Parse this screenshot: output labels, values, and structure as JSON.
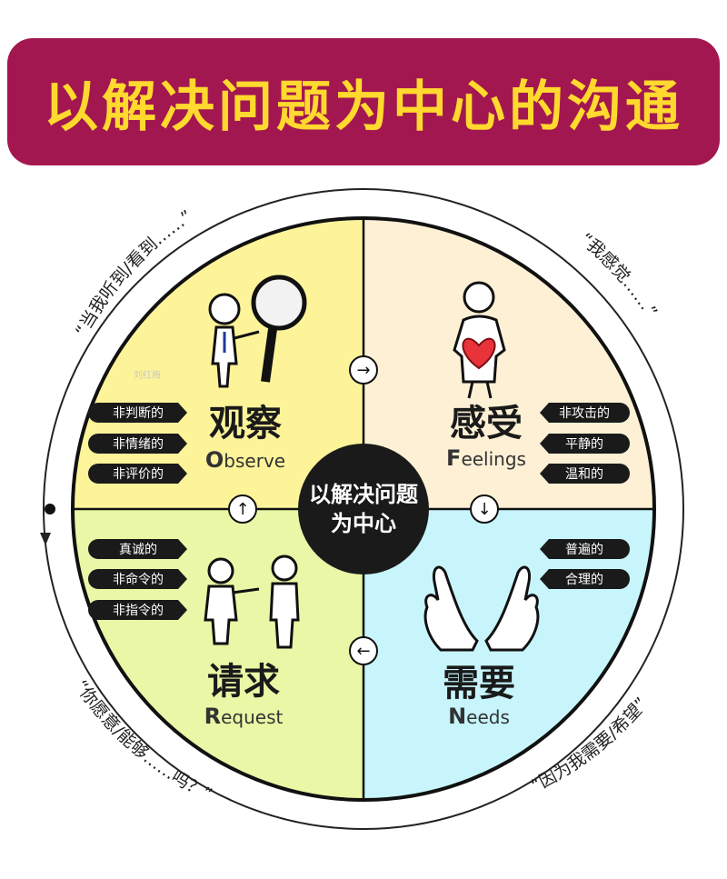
{
  "title": "以解决问题为中心的沟通",
  "center": {
    "line1": "以解决问题",
    "line2": "为中心"
  },
  "watermark": "刘红梅",
  "colors": {
    "banner": "#a31750",
    "banner_text": "#ffd92e",
    "observe": "#fdf49a",
    "feelings": "#fdf0d5",
    "needs": "#c7f5fb",
    "request": "#e9f7a6"
  },
  "quadrants": {
    "observe": {
      "title": "观察",
      "initial": "O",
      "rest": "bserve",
      "labels": [
        "非判断的",
        "非情绪的",
        "非评价的"
      ]
    },
    "feelings": {
      "title": "感受",
      "initial": "F",
      "rest": "eelings",
      "labels": [
        "非攻击的",
        "平静的",
        "温和的"
      ]
    },
    "needs": {
      "title": "需要",
      "initial": "N",
      "rest": "eeds",
      "labels": [
        "普遍的",
        "合理的"
      ]
    },
    "request": {
      "title": "请求",
      "initial": "R",
      "rest": "equest",
      "labels": [
        "真诚的",
        "非命令的",
        "非指令的"
      ]
    }
  },
  "arcs": {
    "observe": "“当我听到/看到……”",
    "feelings": "“我感觉……”",
    "needs": "“因为我需要/希望”",
    "request": "“你愿意/能够……吗？”"
  },
  "arrows": {
    "observe_to_feelings": "→",
    "feelings_to_needs": "↓",
    "needs_to_request": "←",
    "request_to_observe": "↑"
  }
}
